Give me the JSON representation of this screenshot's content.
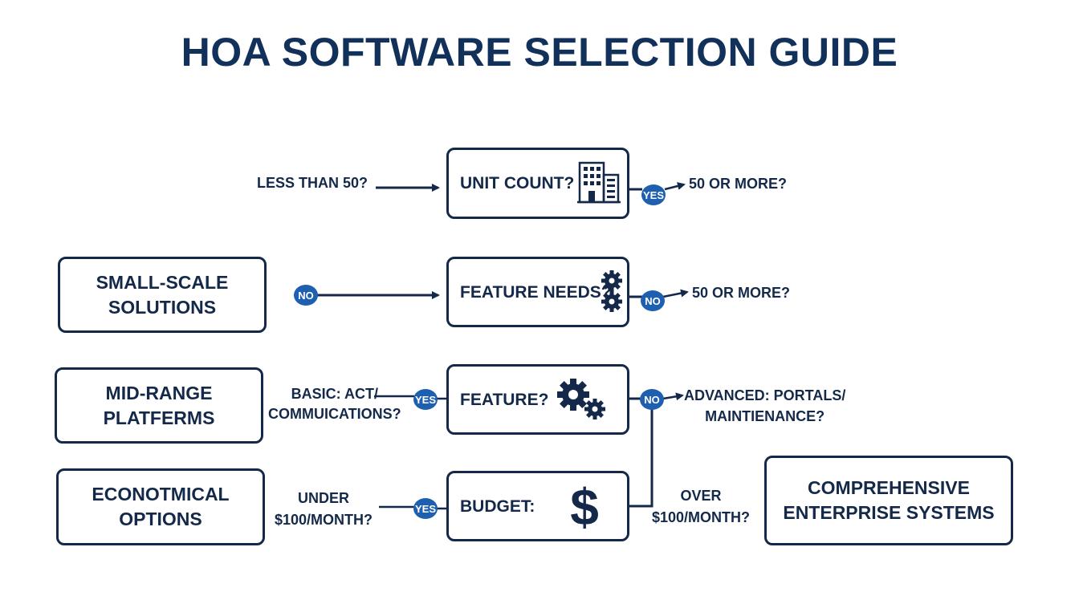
{
  "title": "HOA SOFTWARE SELECTION GUIDE",
  "colors": {
    "navy": "#14294a",
    "accent_blue": "#1e5fb0",
    "title": "#12315a"
  },
  "questions": {
    "unit_count": {
      "label": "UNIT COUNT?",
      "icon": "building-icon"
    },
    "feature_needs": {
      "label": "FEATURE NEEDS?",
      "icon": "gears-icon"
    },
    "feature": {
      "label": "FEATURE?",
      "icon": "gears-icon"
    },
    "budget": {
      "label": "BUDGET:",
      "icon": "dollar-icon"
    }
  },
  "outcomes": {
    "small_scale": [
      "SMALL-SCALE",
      "SOLUTIONS"
    ],
    "mid_range": [
      "MID-RANGE",
      "PLATFERMS"
    ],
    "economical": [
      "ECONOTMICAL",
      "OPTIONS"
    ],
    "enterprise": [
      "COMPREHENSIVE",
      "ENTERPRISE SYSTEMS"
    ]
  },
  "branch_labels": {
    "less_than_50": "LESS THAN 50?",
    "fifty_or_more_1": "50 OR MORE?",
    "fifty_or_more_2": "50 OR MORE?",
    "basic": [
      "BASIC: ACT/",
      "COMMUICATIONS?"
    ],
    "advanced": [
      "ADVANCED: PORTALS/",
      "MAINTIENANCE?"
    ],
    "under": [
      "UNDER",
      "$100/MONTH?"
    ],
    "over": [
      "OVER",
      "$100/MONTH?"
    ]
  },
  "badges": {
    "yes_unit": "YES",
    "no_small": "NO",
    "no_feature_needs": "NO",
    "yes_basic": "YES",
    "no_feature": "NO",
    "yes_under": "YES"
  }
}
